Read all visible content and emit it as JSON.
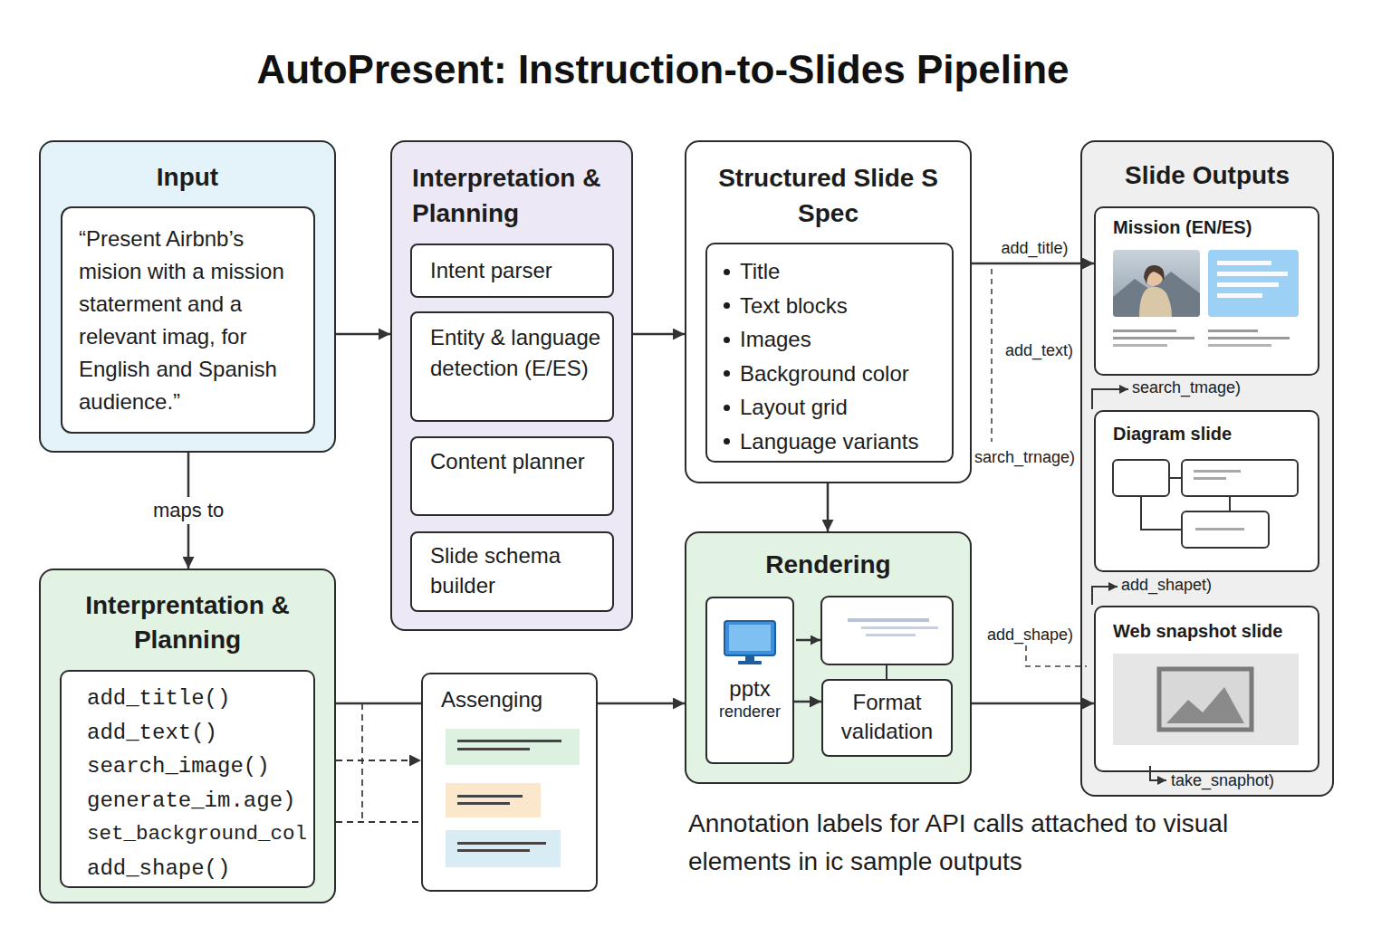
{
  "diagram": {
    "title": "AutoPresent: Instruction-to-Slides Pipeline",
    "caption": "Annotation labels for API calls attached to visual elements in ic sample outputs",
    "nodes": [
      {
        "text": [
          "Input"
        ]
      },
      {
        "text": [
          "“Present Airbnb’s mision with a mission staterment and a relevant imag, for English and Spanish audience.”"
        ],
        "in": 0
      },
      {
        "text": [
          "Interpretation & Planning"
        ]
      },
      {
        "text": [
          "Intent parser"
        ],
        "in": 2
      },
      {
        "text": [
          "Entity & language detection (E/ES)"
        ],
        "in": 2
      },
      {
        "text": [
          "Content planner"
        ],
        "in": 2
      },
      {
        "text": [
          "Slide schema builder"
        ],
        "in": 2
      },
      {
        "text": [
          "Structured Slide S Spec"
        ]
      },
      {
        "text": [
          "Title",
          "Text blocks",
          "Images",
          "Background color",
          "Layout grid",
          "Language variants"
        ],
        "in": 7
      },
      {
        "text": [
          "Slide Outputs"
        ]
      },
      {
        "text": [
          "Mission (EN/ES)"
        ],
        "in": 9
      },
      {
        "text": [
          "Diagram slide"
        ],
        "in": 9
      },
      {
        "text": [
          "Web snapshot slide"
        ],
        "in": 9
      },
      {
        "text": [
          "Interprentation & Planning"
        ]
      },
      {
        "text": [
          "add_title()",
          "add_text()",
          "search_image()",
          "generate_im.age)",
          "set_background_col",
          "add_shape()"
        ],
        "in": 13
      },
      {
        "text": [
          "Assenging"
        ]
      },
      {
        "text": [
          "Rendering"
        ]
      },
      {
        "text": [
          "pptx",
          "renderer"
        ],
        "in": 16
      },
      {
        "text": [
          "Format validation"
        ],
        "in": 16
      }
    ],
    "edges": [
      {
        "from": 0,
        "to": 2,
        "arrow": "to"
      },
      {
        "from": 2,
        "to": 7,
        "arrow": "to"
      },
      {
        "from": 7,
        "to": 10,
        "arrow": "to",
        "label": "add_title)"
      },
      {
        "from": 0,
        "to": 13,
        "arrow": "to",
        "label": "maps to"
      },
      {
        "from": 7,
        "to": 16,
        "arrow": "to"
      },
      {
        "from": 13,
        "to": 15,
        "arrow": "none"
      },
      {
        "from": 13,
        "to": 15,
        "arrow": "to"
      },
      {
        "from": 13,
        "to": 15,
        "arrow": "none"
      },
      {
        "from": 15,
        "to": 16,
        "arrow": "to"
      },
      {
        "from": 17,
        "to": 18,
        "arrow": "to"
      },
      {
        "from": 16,
        "to": 12,
        "arrow": "to"
      }
    ],
    "labels": [
      "add_text)",
      "search_tmage)",
      "sarch_trnage)",
      "add_shapet)",
      "add_shape)",
      "take_snaphot)"
    ]
  }
}
